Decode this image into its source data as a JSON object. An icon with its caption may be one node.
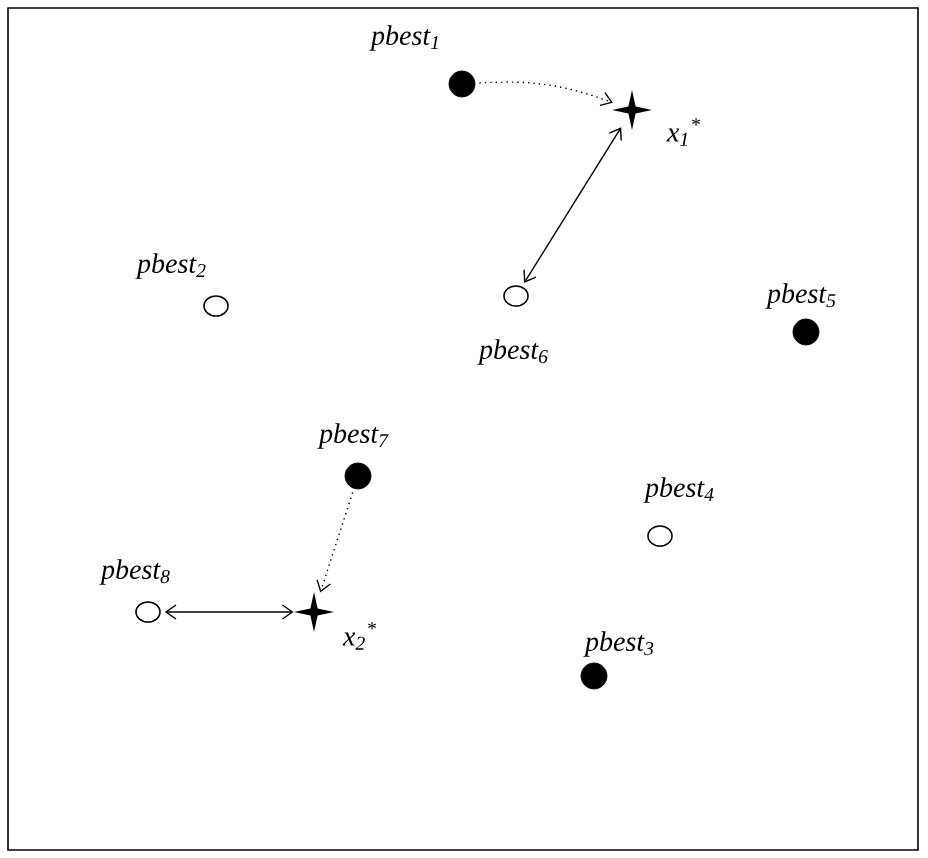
{
  "diagram": {
    "nodes": [
      {
        "text": [],
        "shape": "dot",
        "beside": [
          "pbest$_{1}$"
        ]
      },
      {
        "text": [],
        "shape": "star",
        "beside": [
          "x$_{1}$$^{*}$"
        ]
      },
      {
        "text": [],
        "shape": "circle",
        "beside": [
          "pbest$_{2}$"
        ]
      },
      {
        "text": [],
        "shape": "circle",
        "beside": [
          "pbest$_{6}$"
        ]
      },
      {
        "text": [],
        "shape": "dot",
        "beside": [
          "pbest$_{5}$"
        ]
      },
      {
        "text": [],
        "shape": "dot",
        "beside": [
          "pbest$_{7}$"
        ]
      },
      {
        "text": [],
        "shape": "circle",
        "beside": [
          "pbest$_{4}$"
        ]
      },
      {
        "text": [],
        "shape": "circle",
        "beside": [
          "pbest$_{8}$"
        ]
      },
      {
        "text": [],
        "shape": "star",
        "beside": [
          "x$_{2}$$^{*}$"
        ]
      },
      {
        "text": [],
        "shape": "dot",
        "beside": [
          "pbest$_{3}$"
        ]
      }
    ],
    "edges": [
      {
        "from": 0,
        "to": 1,
        "arrow": "to",
        "style": "dashed"
      },
      {
        "from": 1,
        "to": 3,
        "arrow": "both"
      },
      {
        "from": 5,
        "to": 8,
        "arrow": "to",
        "style": "dashed"
      },
      {
        "from": 7,
        "to": 8,
        "arrow": "both"
      }
    ]
  }
}
